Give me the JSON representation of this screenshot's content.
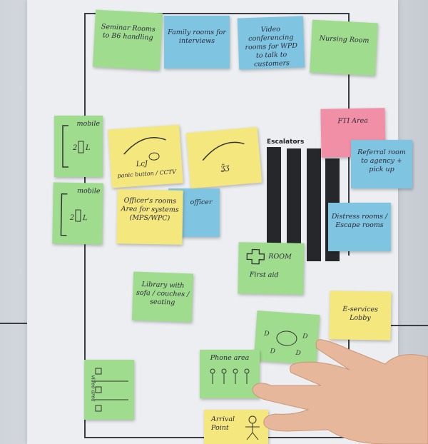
{
  "escalator_label": "Escalators",
  "notes": {
    "seminar": "Seminar Rooms to B6 handling",
    "family": "Family rooms for interviews",
    "video": "Video conferencing rooms for WPD to talk to customers",
    "nursing": "Nursing Room",
    "fti": "FTI Area",
    "referral": "Referral room to agency + pick up",
    "mobile1": "mobile",
    "mobile2": "mobile",
    "panic": "panic button / CCTV",
    "office": "Officer's rooms Area for systems (MPS/WPC)",
    "officer_blue": "officer",
    "distress": "Distress rooms / Escape rooms",
    "first_aid": "First aid",
    "room": "ROOM",
    "library": "Library with sofa / couches / seating",
    "e_services": "E-services Lobby",
    "phone_area": "Phone area",
    "arrival": "Arrival Point",
    "video_area": "video area"
  },
  "icons": [
    "person-icon",
    "table-icon",
    "phone-icon",
    "first-aid-icon",
    "hand-icon"
  ]
}
